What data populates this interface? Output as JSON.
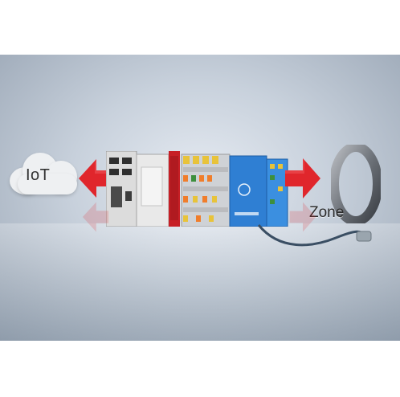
{
  "cloud": {
    "label": "IoT",
    "icon": "cloud-icon"
  },
  "zone": {
    "word": "Zone",
    "number": "0"
  },
  "colors": {
    "arrow_red": "#e0262c",
    "device_blue": "#2f7fd3",
    "cloud_fill": "#eef0f2"
  }
}
